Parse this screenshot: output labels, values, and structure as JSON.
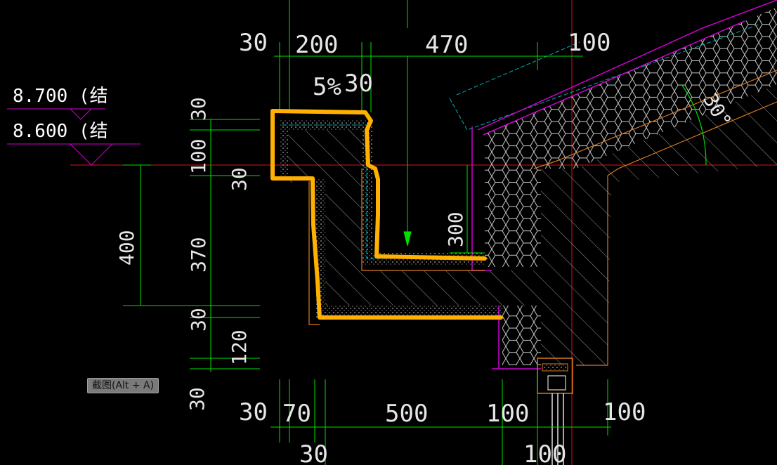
{
  "colors": {
    "background": "#000000",
    "dimension_line": "#00e000",
    "axis_red": "#e01010",
    "roof_magenta": "#d000d0",
    "outline_orange": "#d87a20",
    "cyan": "#00b0b0",
    "highlight_yellow": "#ffb000",
    "text_white": "#e6e6e6"
  },
  "levels": [
    {
      "value": "8.700",
      "note": "(结"
    },
    {
      "value": "8.600",
      "note": "(结"
    }
  ],
  "dimensions_top": {
    "d30": "30",
    "d200": "200",
    "slope": "5%",
    "d30b": "30",
    "d470": "470",
    "d100": "100"
  },
  "dimensions_left": {
    "d30_top": "30",
    "d100": "100",
    "d30_mid": "30",
    "d400": "400",
    "d370": "370",
    "d30_low": "30",
    "d120": "120",
    "d30_bottom": "30"
  },
  "dimensions_inner": {
    "d300": "300",
    "angle": "30°"
  },
  "dimensions_bottom": {
    "d30_left": "30",
    "d70": "70",
    "d500": "500",
    "d100_a": "100",
    "d100_b": "100",
    "d30_low": "30",
    "d100_low": "100"
  },
  "tooltip": "截图(Alt + A)"
}
